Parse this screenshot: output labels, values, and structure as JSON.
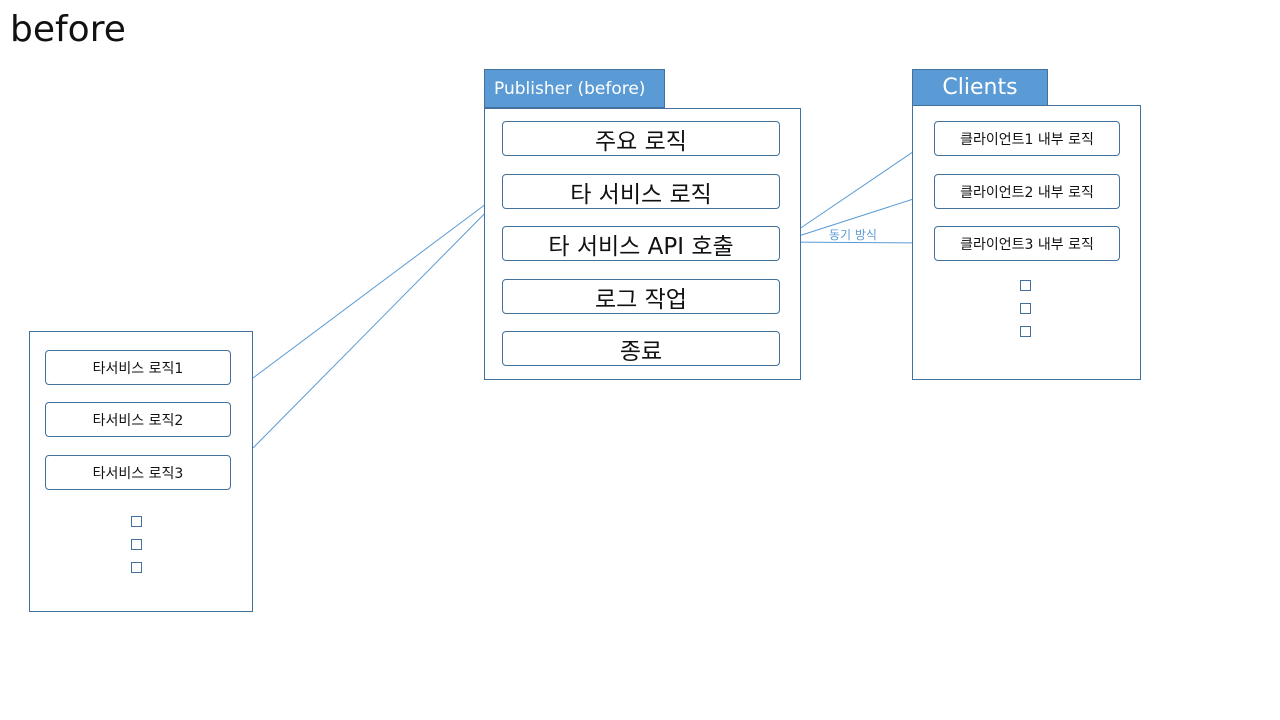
{
  "title": "before",
  "publisher": {
    "tab_label": "Publisher (before)",
    "steps": [
      "주요 로직",
      "타 서비스 로직",
      "타 서비스 API 호출",
      "로그 작업",
      "종료"
    ]
  },
  "clients": {
    "tab_label": "Clients",
    "items": [
      "클라이언트1 내부 로직",
      "클라이언트2 내부 로직",
      "클라이언트3 내부 로직"
    ],
    "more_markers": [
      "□",
      "□",
      "□"
    ]
  },
  "services": {
    "items": [
      "타서비스 로직1",
      "타서비스 로직2",
      "타서비스 로직3"
    ],
    "more_markers": [
      "□",
      "□",
      "□"
    ]
  },
  "connector_label": "동기 방식",
  "colors": {
    "accent": "#5b9bd5",
    "border": "#41719c"
  }
}
